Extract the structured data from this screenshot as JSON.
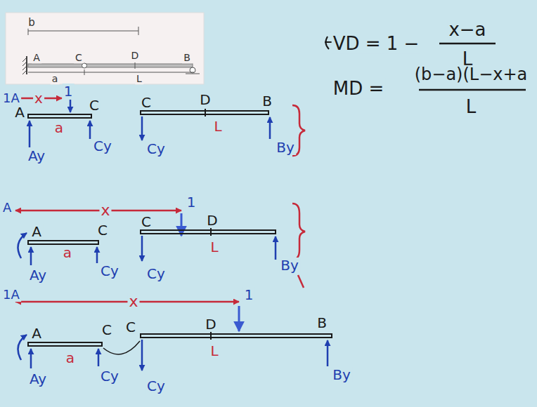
{
  "diagram": {
    "labels": [
      "b",
      "A",
      "C",
      "D",
      "B",
      "a",
      "L",
      "VD = 1 −",
      "x−a",
      "L",
      "MD =",
      "(b−a)(L−x+a",
      "L",
      "1A",
      "x",
      "1",
      "A",
      "C",
      "a",
      "Ay",
      "Cy",
      "C",
      "D",
      "B",
      "L",
      "Cy",
      "By",
      "A",
      "x",
      "1",
      "A",
      "C",
      "a",
      "Ay",
      "Cy",
      "C",
      "D",
      "L",
      "Cy",
      "By",
      "1A",
      "x",
      "1",
      "A",
      "C",
      "C",
      "a",
      "Ay",
      "Cy",
      "Cy",
      "D",
      "L",
      "B",
      "By"
    ]
  }
}
